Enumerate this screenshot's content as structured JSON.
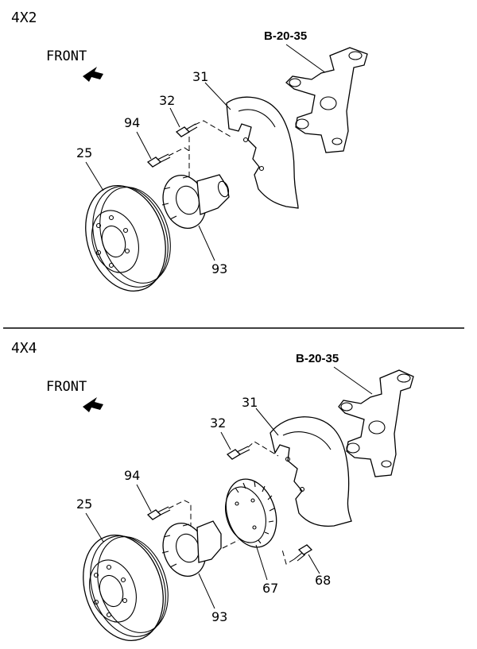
{
  "sections": [
    {
      "title": "4X2",
      "front_label": "FRONT",
      "reference": "B-20-35",
      "callouts": [
        "31",
        "32",
        "94",
        "25",
        "93"
      ]
    },
    {
      "title": "4X4",
      "front_label": "FRONT",
      "reference": "B-20-35",
      "callouts": [
        "31",
        "32",
        "94",
        "25",
        "93",
        "67",
        "68"
      ]
    }
  ],
  "colors": {
    "line": "#000000",
    "background": "#ffffff"
  }
}
